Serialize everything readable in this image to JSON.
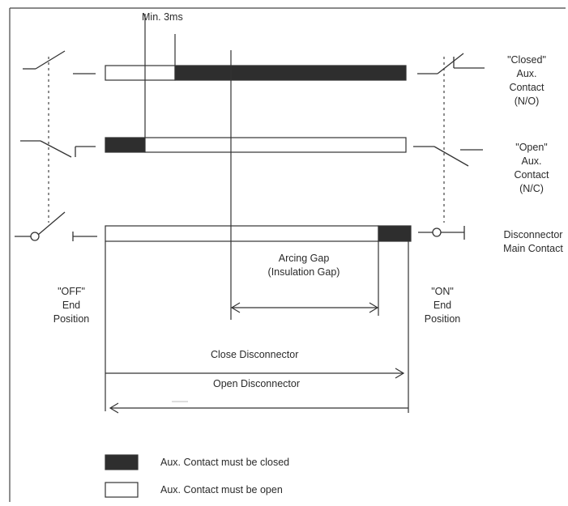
{
  "top_label": "Min. 3ms",
  "rows": {
    "closed_aux": [
      "\"Closed\"",
      "Aux.",
      "Contact",
      "(N/O)"
    ],
    "open_aux": [
      "\"Open\"",
      "Aux.",
      "Contact",
      "(N/C)"
    ],
    "main_contact": [
      "Disconnector",
      "Main Contact"
    ]
  },
  "positions": {
    "off": [
      "\"OFF\"",
      "End",
      "Position"
    ],
    "on": [
      "\"ON\"",
      "End",
      "Position"
    ]
  },
  "gap": [
    "Arcing Gap",
    "(Insulation Gap)"
  ],
  "arrows": {
    "close": "Close Disconnector",
    "open": "Open Disconnector"
  },
  "legend": {
    "closed": "Aux. Contact must be closed",
    "open": "Aux. Contact must be open"
  },
  "colors": {
    "filled": "#2e2e2e",
    "line": "#333333",
    "paper": "#ffffff"
  }
}
